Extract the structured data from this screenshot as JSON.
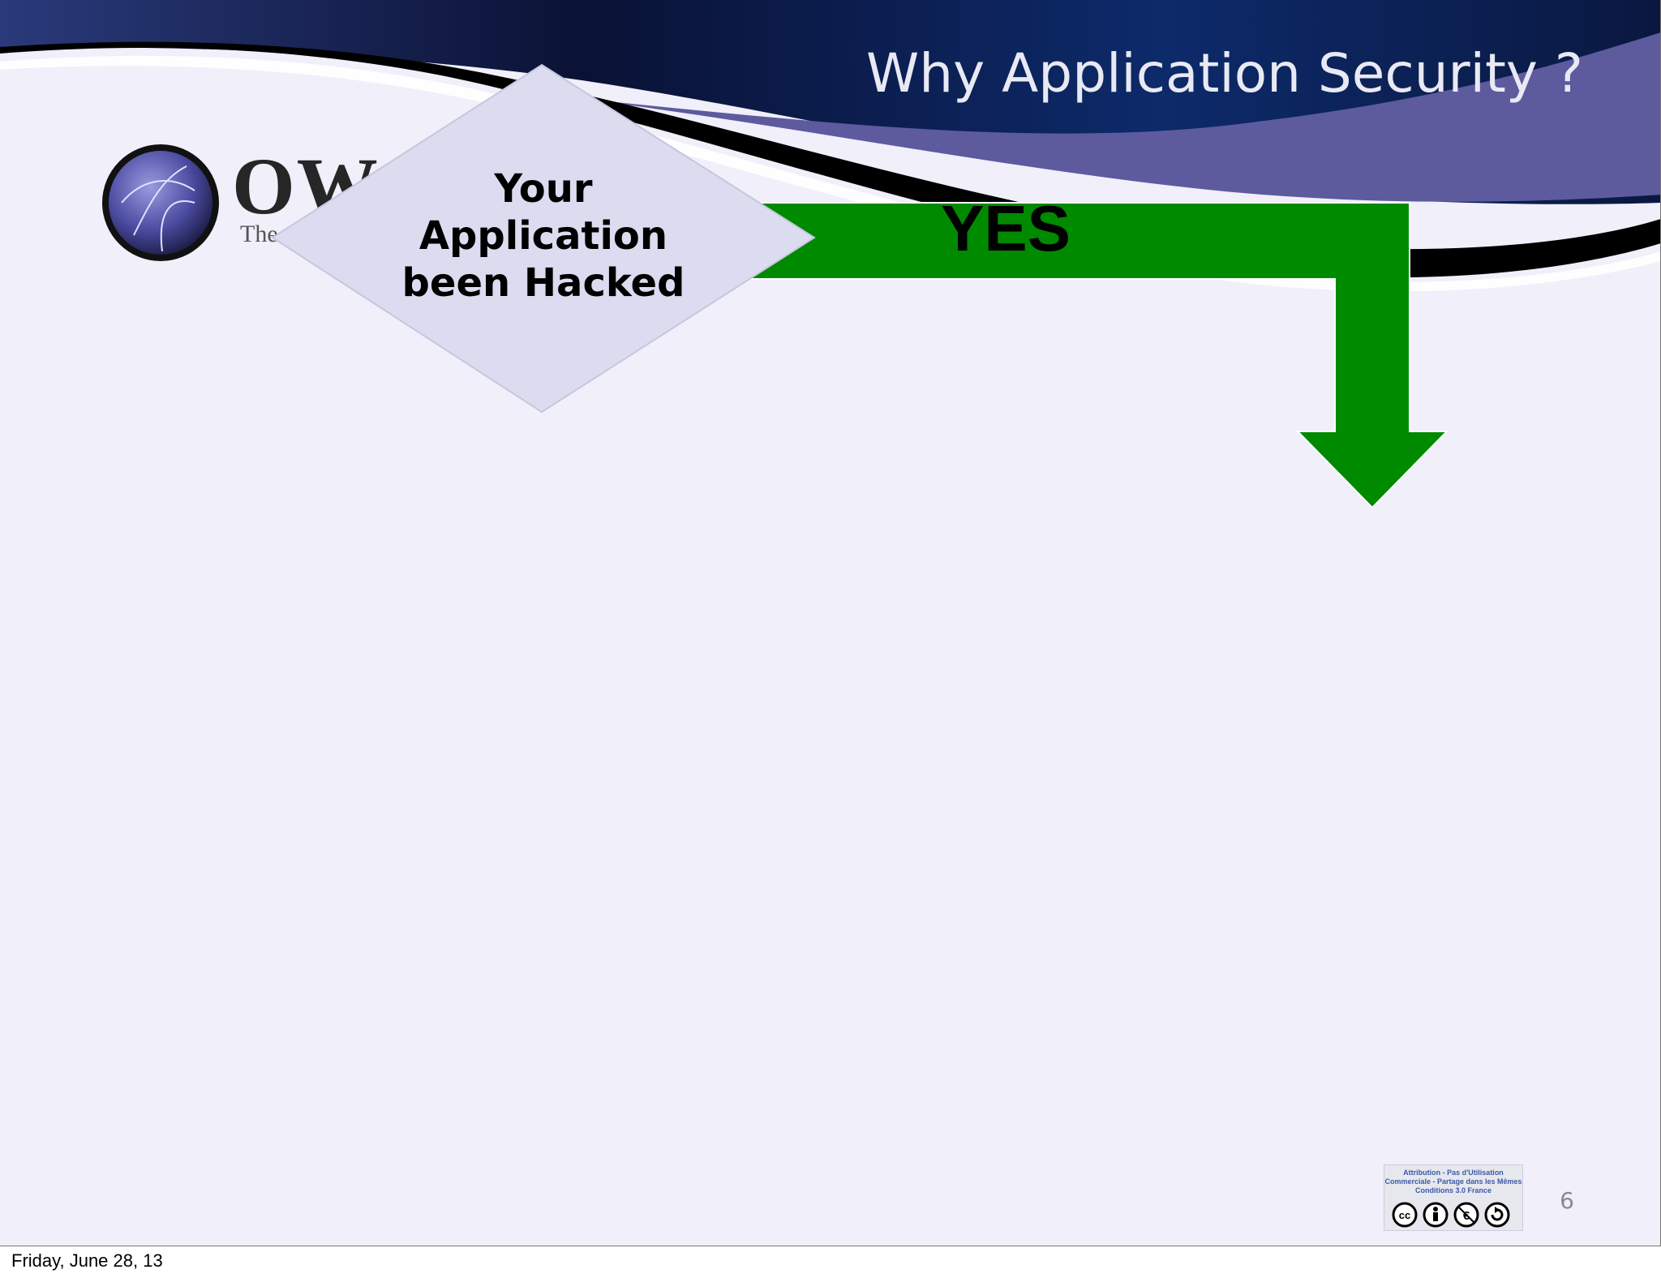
{
  "slide": {
    "title": "Why Application Security ?",
    "page_number": "6"
  },
  "logo": {
    "wordmark": "OWA",
    "tagline": "The",
    "icon": "owasp-globe-icon"
  },
  "flowchart": {
    "decision_lines": [
      "Your",
      "Application",
      "been Hacked"
    ],
    "branch_label": "YES",
    "decision_color": "#dcdcf0",
    "arrow_color": "#008a00"
  },
  "license_badge": {
    "text": "Attribution - Pas d'Utilisation Commerciale - Partage dans les Mêmes Conditions 3.0 France",
    "icons": [
      "cc-icon",
      "attribution-icon",
      "noncommercial-icon",
      "share-alike-icon"
    ]
  },
  "footer": {
    "date": "Friday, June 28, 13"
  },
  "colors": {
    "background": "#f0effa",
    "header_dark": "#0b1230",
    "header_band": "#5d5a9e"
  }
}
